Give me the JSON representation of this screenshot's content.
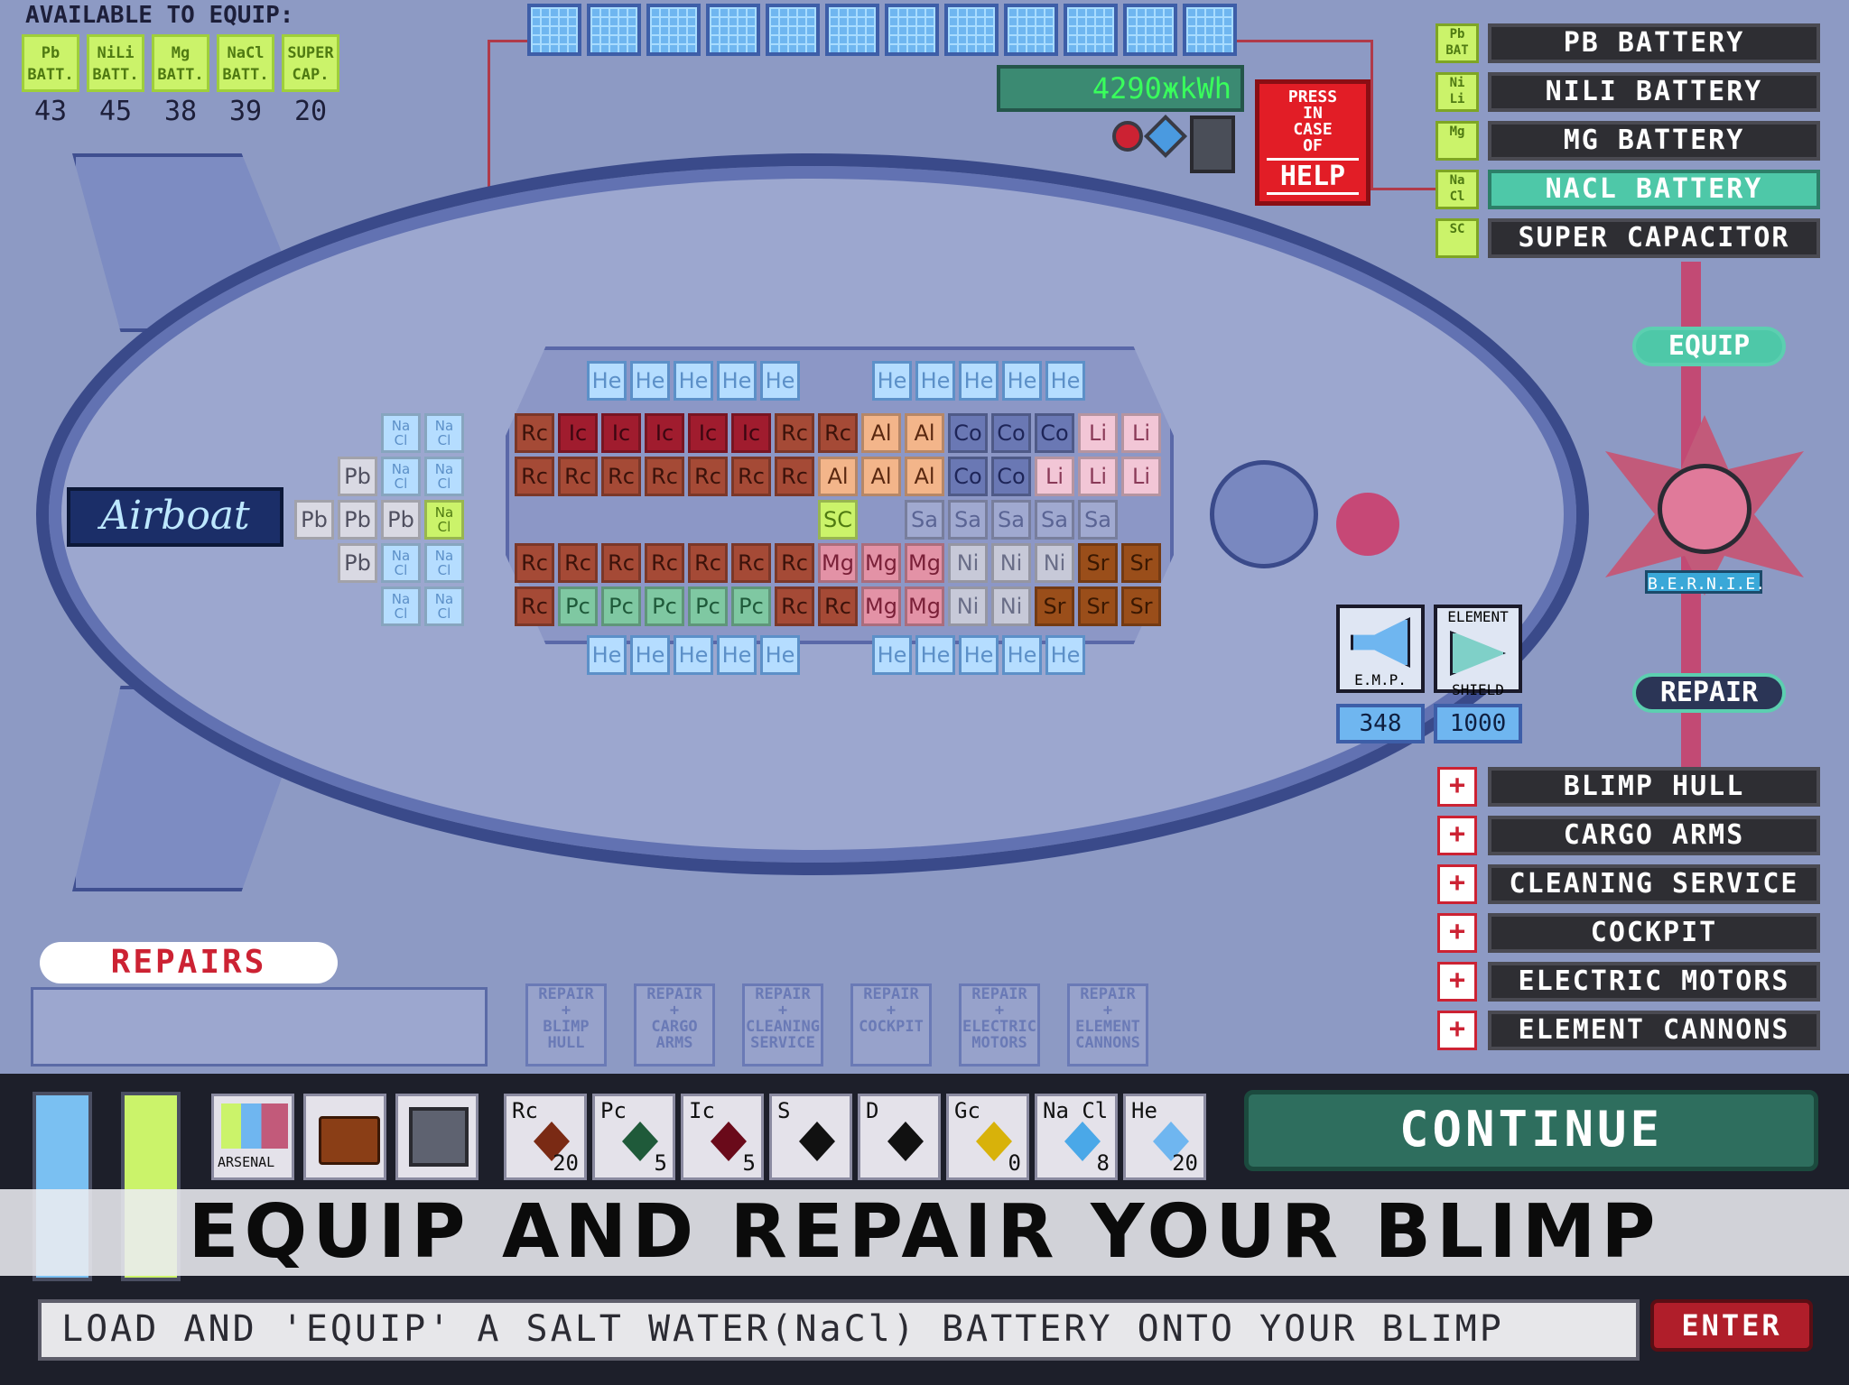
{
  "available": {
    "title": "AVAILABLE TO EQUIP:",
    "items": [
      {
        "l1": "Pb",
        "l2": "BATT.",
        "count": "43"
      },
      {
        "l1": "NiLi",
        "l2": "BATT.",
        "count": "45"
      },
      {
        "l1": "Mg",
        "l2": "BATT.",
        "count": "38"
      },
      {
        "l1": "NaCl",
        "l2": "BATT.",
        "count": "39"
      },
      {
        "l1": "SUPER",
        "l2": "CAP.",
        "count": "20"
      }
    ]
  },
  "energy": "4290жkWh",
  "help": {
    "l1": "PRESS",
    "l2": "IN",
    "l3": "CASE",
    "l4": "OF",
    "big": "HELP"
  },
  "batteries": [
    {
      "icon": "Pb BAT",
      "label": "PB BATTERY"
    },
    {
      "icon": "Ni Li",
      "label": "NILI BATTERY"
    },
    {
      "icon": "Mg",
      "label": "MG BATTERY"
    },
    {
      "icon": "Na Cl",
      "label": "NACL BATTERY"
    },
    {
      "icon": "SC",
      "label": "SUPER CAPACITOR"
    }
  ],
  "equip_label": "EQUIP",
  "repair_label": "REPAIR",
  "robot_name": "B.E.R.N.I.E.",
  "repairs_list": [
    "BLIMP HULL",
    "CARGO ARMS",
    "CLEANING SERVICE",
    "COCKPIT",
    "ELECTRIC MOTORS",
    "ELEMENT CANNONS"
  ],
  "ship_name": "Airboat",
  "weapons": {
    "emp_label": "E.M.P.",
    "emp_value": "348",
    "shield_top": "ELEMENT",
    "shield_label": "SHIELD",
    "shield_value": "1000"
  },
  "repairs_panel": {
    "title": "REPAIRS",
    "slots": [
      {
        "l1": "REPAIR",
        "l2": "+",
        "l3": "BLIMP",
        "l4": "HULL"
      },
      {
        "l1": "REPAIR",
        "l2": "+",
        "l3": "CARGO",
        "l4": "ARMS"
      },
      {
        "l1": "REPAIR",
        "l2": "+",
        "l3": "CLEANING",
        "l4": "SERVICE"
      },
      {
        "l1": "REPAIR",
        "l2": "+",
        "l3": "COCKPIT",
        "l4": ""
      },
      {
        "l1": "REPAIR",
        "l2": "+",
        "l3": "ELECTRIC",
        "l4": "MOTORS"
      },
      {
        "l1": "REPAIR",
        "l2": "+",
        "l3": "ELEMENT",
        "l4": "CANNONS"
      }
    ]
  },
  "inventory": {
    "arsenal_label": "ARSENAL",
    "items": [
      {
        "sym": "Rc",
        "count": "20"
      },
      {
        "sym": "Pc",
        "count": "5"
      },
      {
        "sym": "Ic",
        "count": "5"
      },
      {
        "sym": "S",
        "count": ""
      },
      {
        "sym": "D",
        "count": ""
      },
      {
        "sym": "Gc",
        "count": "0"
      },
      {
        "sym": "Na Cl",
        "count": "8"
      },
      {
        "sym": "He",
        "count": "20"
      }
    ]
  },
  "continue_label": "CONTINUE",
  "banner": "EQUIP AND REPAIR YOUR BLIMP",
  "message": "LOAD AND 'EQUIP' A SALT WATER(NaCl) BATTERY ONTO YOUR BLIMP",
  "enter_label": "ENTER",
  "colors": {
    "accent": "#4ec8a8",
    "alert": "#e21d26",
    "battery": "#cbf36a"
  }
}
